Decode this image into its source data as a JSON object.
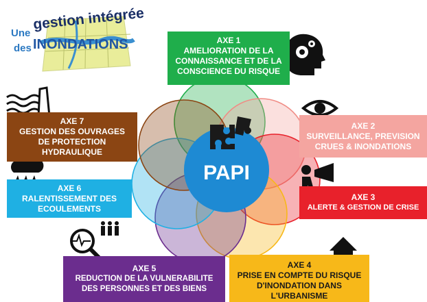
{
  "logo": {
    "word1": "Une",
    "word2": "gestion intégrée",
    "word3": "des",
    "word4": "INONDATIONS"
  },
  "center": {
    "label": "PAPI",
    "icon": "puzzle-icon"
  },
  "axes": [
    {
      "id": "axe1",
      "title": "AXE 1",
      "lines": [
        "AMELIORATION DE LA",
        "CONNAISSANCE ET DE LA",
        "CONSCIENCE DU RISQUE"
      ],
      "color": "#1fae4b",
      "icon": "head-gears-icon"
    },
    {
      "id": "axe2",
      "title": "AXE 2",
      "lines": [
        "SURVEILLANCE, PREVISION",
        "CRUES & INONDATIONS"
      ],
      "color": "#f4a5a0",
      "icon": "eye-icon"
    },
    {
      "id": "axe3",
      "title": "AXE 3",
      "lines": [
        "ALERTE & GESTION DE CRISE"
      ],
      "color": "#e8212b",
      "icon": "megaphone-icon"
    },
    {
      "id": "axe4",
      "title": "AXE 4",
      "lines": [
        "PRISE EN COMPTE DU RISQUE",
        "D'INONDATION DANS",
        "L'URBANISME"
      ],
      "color": "#f7b819",
      "icon": "house-icon"
    },
    {
      "id": "axe5",
      "title": "AXE 5",
      "lines": [
        "REDUCTION DE LA VULNERABILITE",
        "DES PERSONNES ET DES BIENS"
      ],
      "color": "#6b2d8e",
      "icon": "magnifier-pulse-icon"
    },
    {
      "id": "axe6",
      "title": "AXE 6",
      "lines": [
        "RALENTISSEMENT DES",
        "ECOULEMENTS"
      ],
      "color": "#1fb0e3",
      "icon": "rain-cloud-icon"
    },
    {
      "id": "axe7",
      "title": "AXE 7",
      "lines": [
        "GESTION DES OUVRAGES",
        "DE PROTECTION",
        "HYDRAULIQUE"
      ],
      "color": "#8b4513",
      "icon": "dam-icon"
    }
  ]
}
